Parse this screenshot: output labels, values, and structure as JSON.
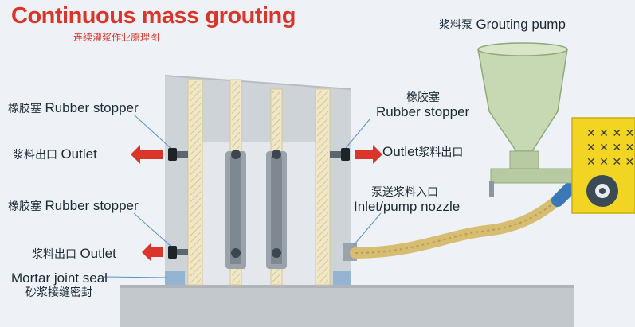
{
  "title": "Continuous mass grouting",
  "subtitle": "连续灌浆作业原理图",
  "labels": {
    "pump_zh": "浆料泵",
    "pump_en": "Grouting pump",
    "stopper_zh": "橡胶塞",
    "stopper_en": "Rubber stopper",
    "outlet_zh": "浆料出口",
    "outlet_en": "Outlet",
    "inlet_zh": "泵送浆料入口",
    "inlet_en": "Inlet/pump nozzle",
    "seal_en": "Mortar joint seal",
    "seal_zh": "砂浆接缝密封"
  },
  "colors": {
    "title": "#d9352b",
    "arrow": "#d9352b",
    "wall": "#c9ced3",
    "pump_body": "#f2d422",
    "hopper": "#c7d9b3",
    "hose": "#d6bd72",
    "seal": "#8aaed0"
  },
  "icons": [
    "outlet-arrow-icon",
    "pump-wheel-icon",
    "vent-grille-icon"
  ]
}
